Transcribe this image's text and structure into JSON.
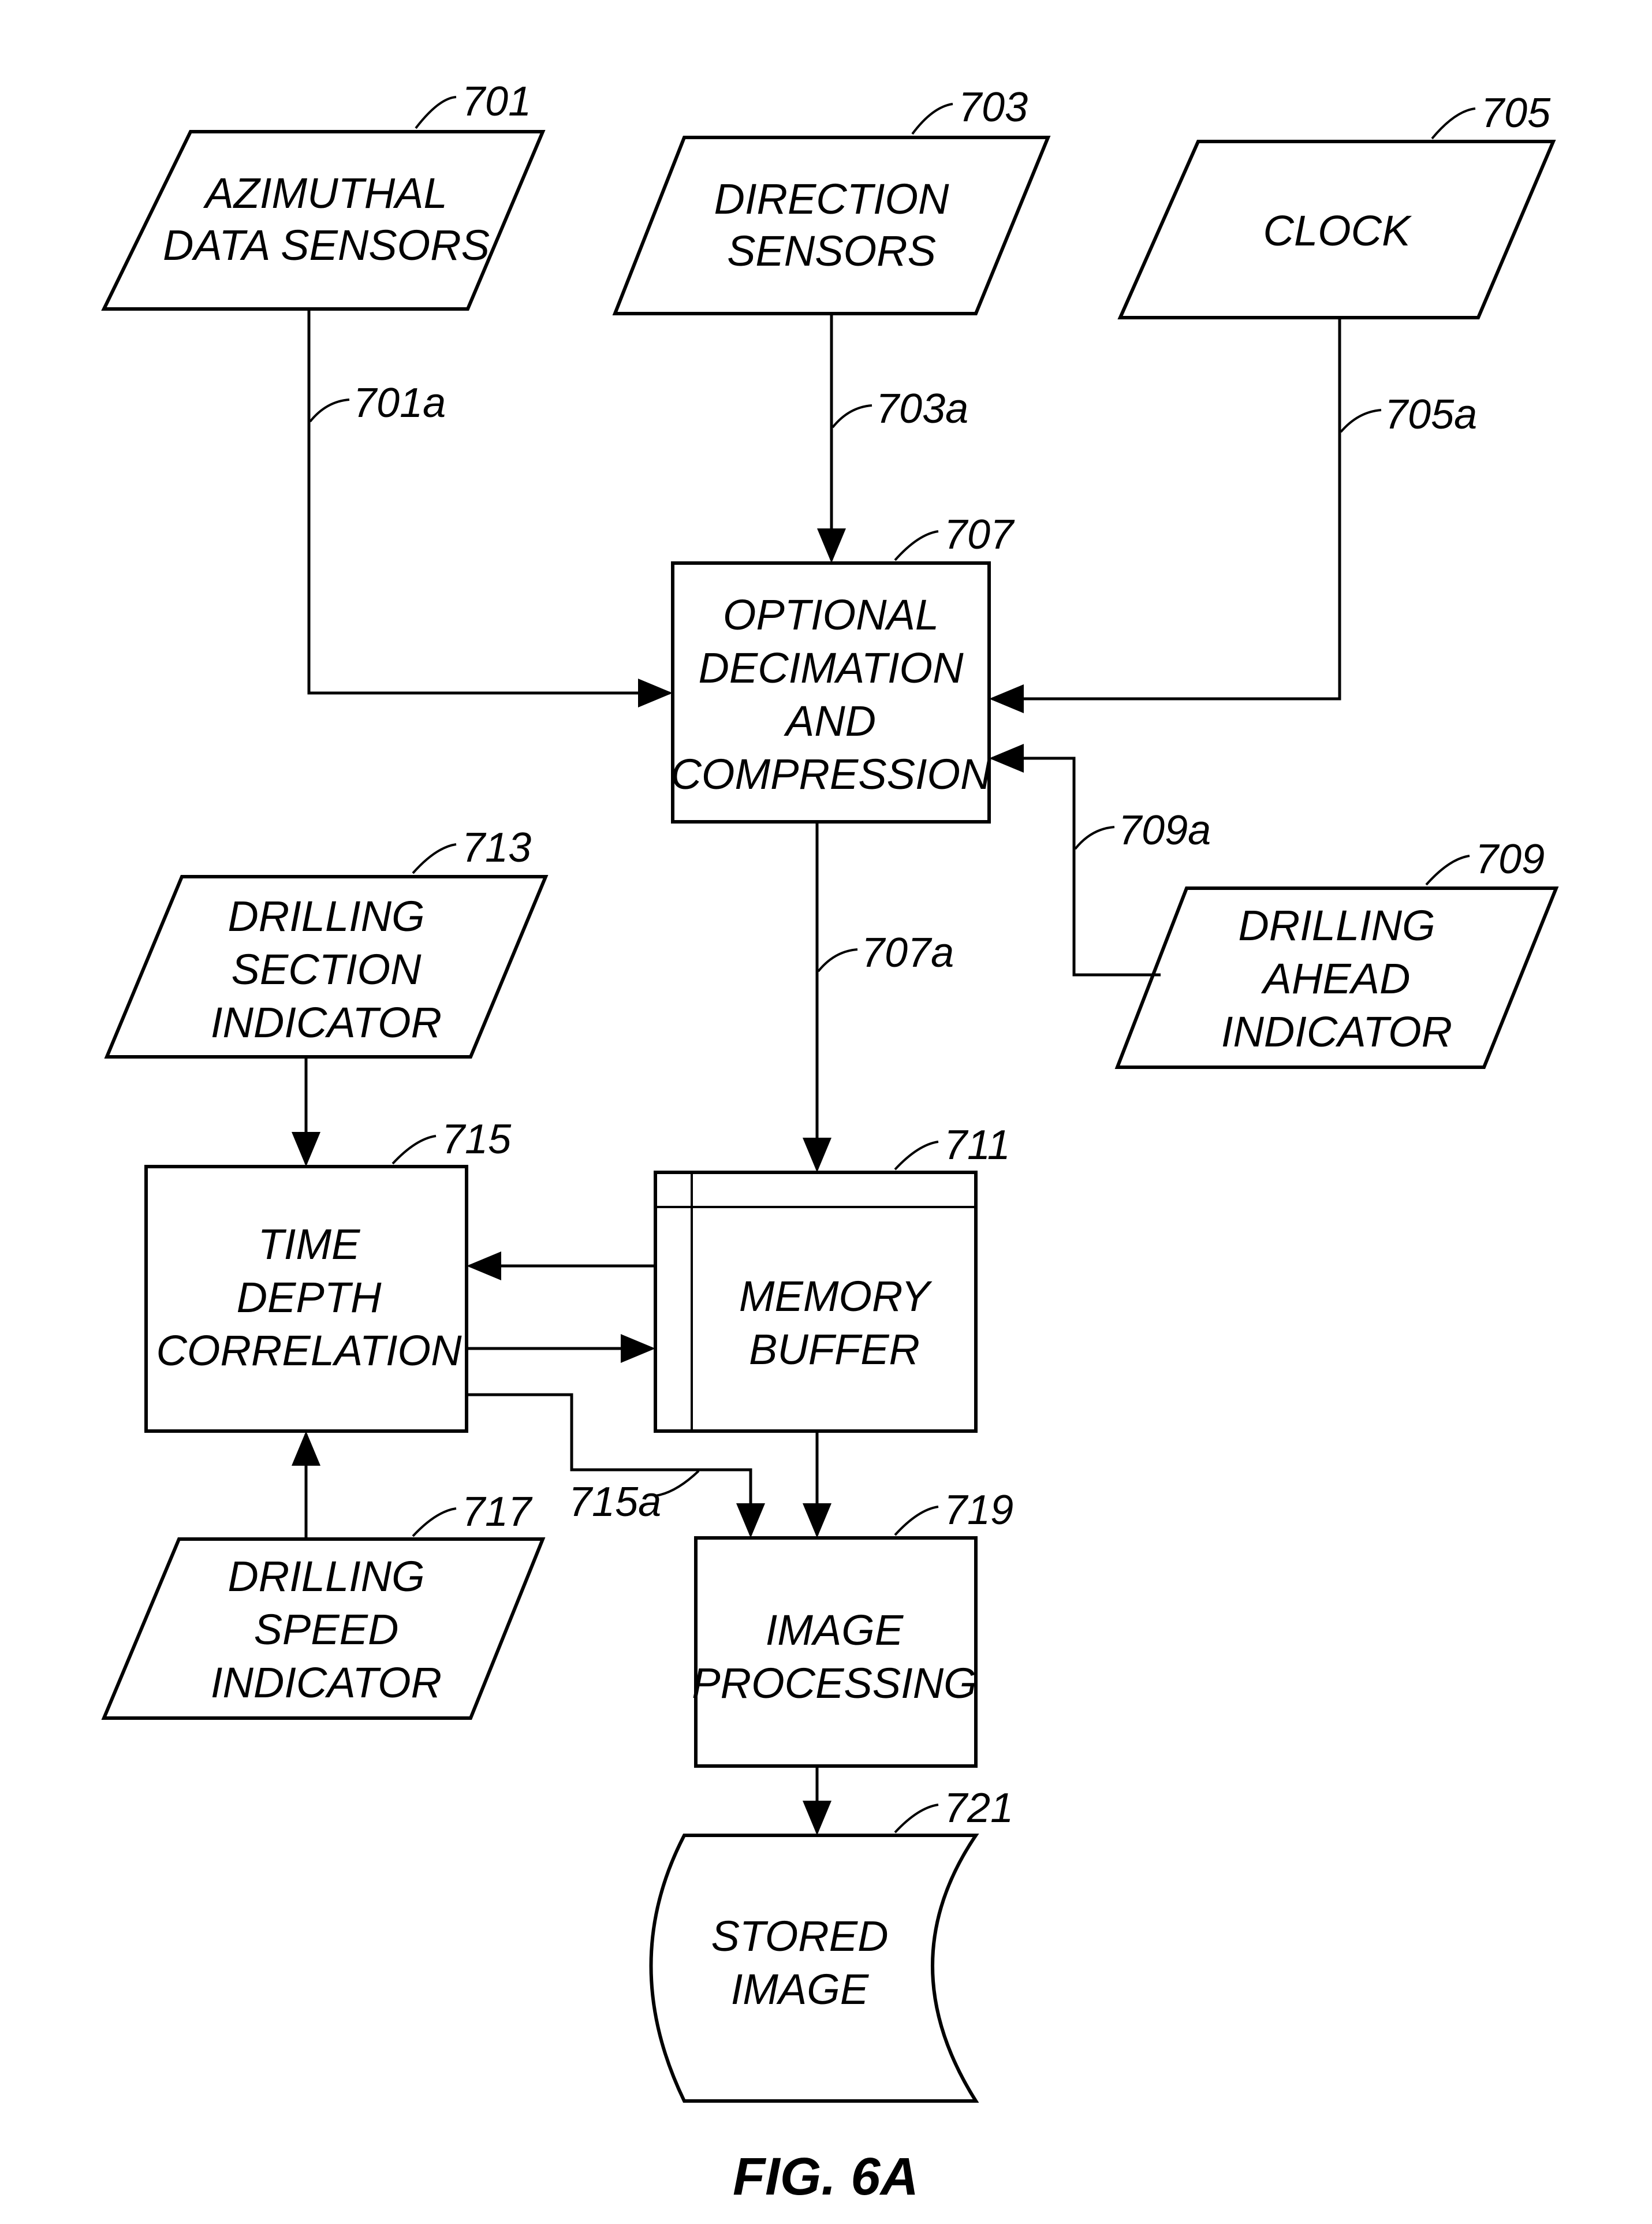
{
  "nodes": {
    "azimuthal": {
      "ref": "701",
      "lines": [
        "AZIMUTHAL",
        "DATA SENSORS"
      ]
    },
    "direction": {
      "ref": "703",
      "lines": [
        "DIRECTION",
        "SENSORS"
      ]
    },
    "clock": {
      "ref": "705",
      "lines": [
        "CLOCK"
      ]
    },
    "decimation": {
      "ref": "707",
      "lines": [
        "OPTIONAL",
        "DECIMATION",
        "AND",
        "COMPRESSION"
      ]
    },
    "drilling_ahead": {
      "ref": "709",
      "lines": [
        "DRILLING",
        "AHEAD",
        "INDICATOR"
      ]
    },
    "memory_buffer": {
      "ref": "711",
      "lines": [
        "MEMORY",
        "BUFFER"
      ]
    },
    "drilling_section": {
      "ref": "713",
      "lines": [
        "DRILLING",
        "SECTION",
        "INDICATOR"
      ]
    },
    "time_depth": {
      "ref": "715",
      "lines": [
        "TIME",
        "DEPTH",
        "CORRELATION"
      ]
    },
    "drilling_speed": {
      "ref": "717",
      "lines": [
        "DRILLING",
        "SPEED",
        "INDICATOR"
      ]
    },
    "image_processing": {
      "ref": "719",
      "lines": [
        "IMAGE",
        "PROCESSING"
      ]
    },
    "stored_image": {
      "ref": "721",
      "lines": [
        "STORED",
        "IMAGE"
      ]
    }
  },
  "connectors": {
    "c701a": "701a",
    "c703a": "703a",
    "c705a": "705a",
    "c707a": "707a",
    "c709a": "709a",
    "c715a": "715a"
  },
  "figure_label": "FIG. 6A"
}
